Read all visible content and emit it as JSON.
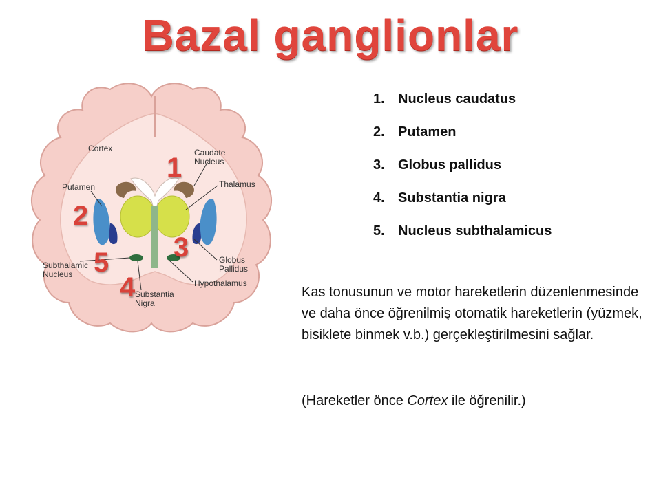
{
  "title": "Bazal ganglionlar",
  "diagram_labels": {
    "cortex": "Cortex",
    "caudate": "Caudate\nNucleus",
    "thalamus": "Thalamus",
    "putamen": "Putamen",
    "subthalamic": "Subthalamic\nNucleus",
    "globus": "Globus\nPallidus",
    "hypothalamus": "Hypothalamus",
    "substantia": "Substantia\nNigra"
  },
  "diagram_numbers": [
    "1",
    "2",
    "3",
    "4",
    "5"
  ],
  "list": [
    {
      "num": "1.",
      "label": "Nucleus caudatus"
    },
    {
      "num": "2.",
      "label": "Putamen"
    },
    {
      "num": "3.",
      "label": "Globus pallidus"
    },
    {
      "num": "4.",
      "label": "Substantia nigra"
    },
    {
      "num": "5.",
      "label": "Nucleus subthalamicus"
    }
  ],
  "description": "Kas tonusunun ve motor hareketlerin düzenlenmesinde ve daha önce öğrenilmiş otomatik hareketlerin (yüzmek, bisiklete binmek v.b.) gerçekleştirilmesini sağlar.",
  "note": {
    "before": "(Hareketler önce ",
    "emphasis": "Cortex",
    "after": " ile öğrenilir.)"
  },
  "colors": {
    "title": "#e0453c",
    "cortex_fill": "#f6cfc9",
    "cortex_stroke": "#d9a29a",
    "caudate": "#8a6a4a",
    "thalamus": "#d6e04a",
    "putamen": "#4a8fc9",
    "globus": "#2a3d8f",
    "nigra": "#2f6e3e",
    "numbers": "#d9423a"
  }
}
